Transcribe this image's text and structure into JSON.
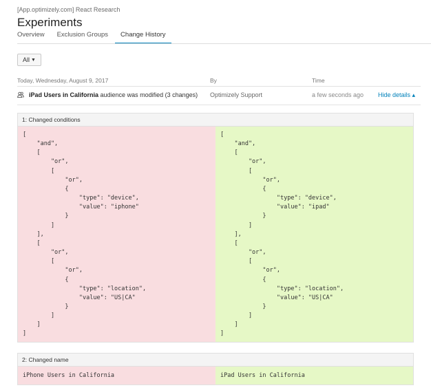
{
  "header": {
    "breadcrumb": "[App.optimizely.com] React Research",
    "title": "Experiments"
  },
  "tabs": [
    {
      "label": "Overview",
      "active": false
    },
    {
      "label": "Exclusion Groups",
      "active": false
    },
    {
      "label": "Change History",
      "active": true
    }
  ],
  "filter": {
    "selected": "All",
    "chevron": "▼"
  },
  "list": {
    "date_header": "Today, Wednesday, August 9, 2017",
    "by_header": "By",
    "time_header": "Time"
  },
  "entry": {
    "icon": "users-icon",
    "name": "iPad Users in California",
    "action": " audience was modified (3 changes)",
    "by": "Optimizely Support",
    "time": "a few seconds ago",
    "toggle_label": "Hide details ▴"
  },
  "changes": [
    {
      "title": "1: Changed conditions",
      "old": "[\n    \"and\",\n    [\n        \"or\",\n        [\n            \"or\",\n            {\n                \"type\": \"device\",\n                \"value\": \"iphone\"\n            }\n        ]\n    ],\n    [\n        \"or\",\n        [\n            \"or\",\n            {\n                \"type\": \"location\",\n                \"value\": \"US|CA\"\n            }\n        ]\n    ]\n]",
      "new": "[\n    \"and\",\n    [\n        \"or\",\n        [\n            \"or\",\n            {\n                \"type\": \"device\",\n                \"value\": \"ipad\"\n            }\n        ]\n    ],\n    [\n        \"or\",\n        [\n            \"or\",\n            {\n                \"type\": \"location\",\n                \"value\": \"US|CA\"\n            }\n        ]\n    ]\n]"
    },
    {
      "title": "2: Changed name",
      "old": "iPhone Users in California",
      "new": "iPad Users in California"
    }
  ],
  "colors": {
    "accent": "#0081ba",
    "removed_bg": "#f9dde0",
    "added_bg": "#e6f8c6"
  }
}
